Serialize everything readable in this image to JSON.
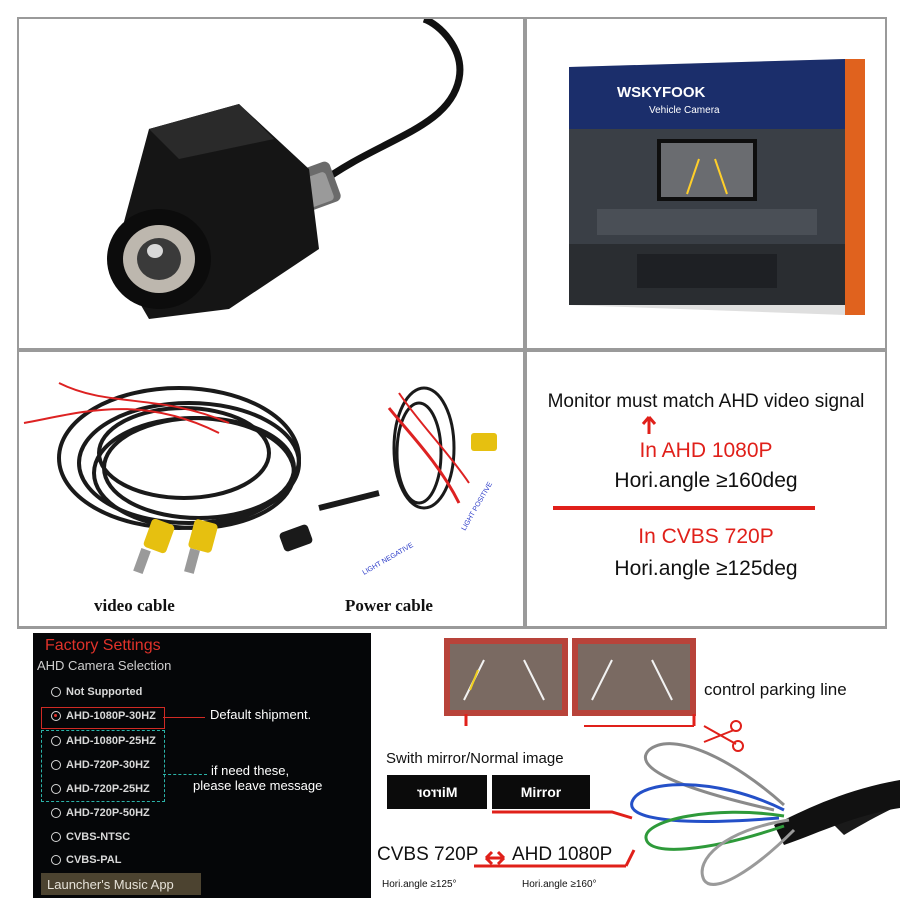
{
  "camera_box": {
    "brand": "WSKYFOOK",
    "product": "Vehicle Camera"
  },
  "captions": {
    "video_cable": "video cable",
    "power_cable": "Power cable",
    "light_negative": "LIGHT NEGATIVE",
    "light_positive": "LIGHT POSITIVE"
  },
  "spec": {
    "monitor_note": "Monitor must match AHD video signal",
    "ahd_mode": "In AHD 1080P",
    "ahd_angle": "Hori.angle   ≥160deg",
    "cvbs_mode": "In CVBS 720P",
    "cvbs_angle": "Hori.angle   ≥125deg"
  },
  "settings": {
    "title": "Factory Settings",
    "subtitle": "AHD Camera Selection",
    "options": [
      {
        "label": "Not Supported",
        "selected": false
      },
      {
        "label": "AHD-1080P-30HZ",
        "selected": true
      },
      {
        "label": "AHD-1080P-25HZ",
        "selected": false
      },
      {
        "label": "AHD-720P-30HZ",
        "selected": false
      },
      {
        "label": "AHD-720P-25HZ",
        "selected": false
      },
      {
        "label": "AHD-720P-50HZ",
        "selected": false
      },
      {
        "label": "CVBS-NTSC",
        "selected": false
      },
      {
        "label": "CVBS-PAL",
        "selected": false
      }
    ],
    "default_note": "Default shipment.",
    "need_note_1": "if need these,",
    "need_note_2": "please leave message",
    "launcher": "Launcher's Music App"
  },
  "wiring": {
    "control_label": "control parking line",
    "switch_label": "Swith mirror/Normal image",
    "mirror_reversed": "Mirror",
    "mirror_normal": "Mirror",
    "cvbs_label": "CVBS 720P",
    "ahd_label": "AHD 1080P",
    "cvbs_angle": "Hori.angle ≥125°",
    "ahd_angle": "Hori.angle ≥160°"
  },
  "colors": {
    "accent_red": "#e0201a",
    "settings_teal": "#2bb3a8",
    "wire_blue": "#2450c8",
    "wire_green": "#2e9a3a",
    "wire_gray": "#8a8a8a"
  }
}
